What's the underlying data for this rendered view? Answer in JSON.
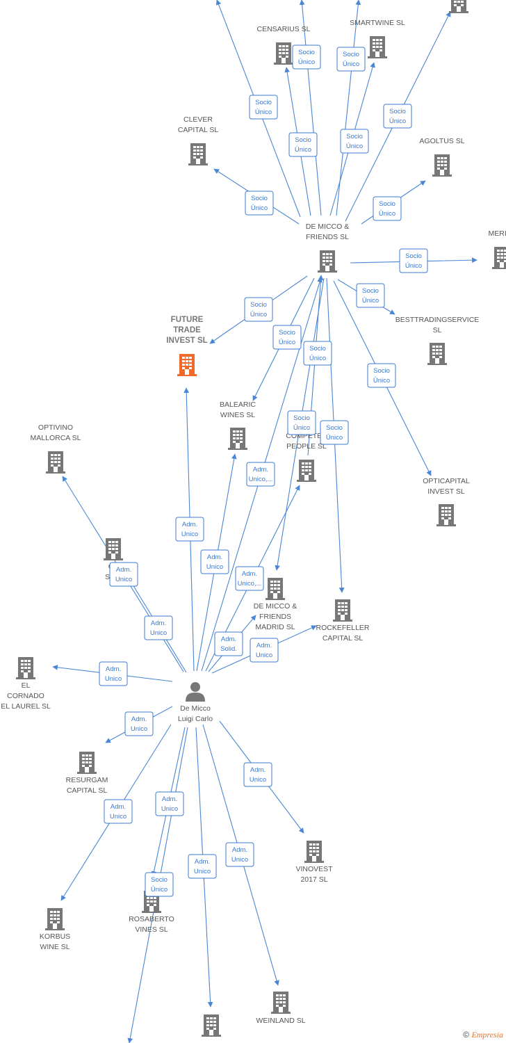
{
  "colors": {
    "edge": "#4a86d4",
    "building": "#777777",
    "focus_building": "#f06a2c",
    "person": "#777777",
    "label": "#555555"
  },
  "copyright": {
    "symbol": "©",
    "brand": "Empresia"
  },
  "nodes": [
    {
      "id": "censarius",
      "label": [
        "CENSARIUS SL"
      ],
      "type": "company"
    },
    {
      "id": "smartwine",
      "label": [
        "SMARTWINE SL"
      ],
      "type": "company"
    },
    {
      "id": "top_right",
      "label": [],
      "type": "company"
    },
    {
      "id": "clever",
      "label": [
        "CLEVER",
        "CAPITAL SL"
      ],
      "type": "company"
    },
    {
      "id": "agoltus",
      "label": [
        "AGOLTUS SL"
      ],
      "type": "company"
    },
    {
      "id": "demicco",
      "label": [
        "DE MICCO &",
        "FRIENDS SL"
      ],
      "type": "company"
    },
    {
      "id": "merita",
      "label": [
        "MERITA"
      ],
      "type": "company"
    },
    {
      "id": "future",
      "label": [
        "FUTURE",
        "TRADE",
        "INVEST SL"
      ],
      "type": "focus"
    },
    {
      "id": "besttrading",
      "label": [
        "BESTTRADINGSERVICE",
        "SL"
      ],
      "type": "company"
    },
    {
      "id": "balearic",
      "label": [
        "BALEARIC",
        "WINES SL"
      ],
      "type": "company"
    },
    {
      "id": "optivino",
      "label": [
        "OPTIVINO",
        "MALLORCA SL"
      ],
      "type": "company"
    },
    {
      "id": "competen",
      "label": [
        "COMPETEN",
        "PEOPLE SL"
      ],
      "type": "company"
    },
    {
      "id": "opticapital",
      "label": [
        "OPTICAPITAL",
        "INVEST SL"
      ],
      "type": "company"
    },
    {
      "id": "casabi",
      "label": [
        "CA",
        "SABI"
      ],
      "type": "company"
    },
    {
      "id": "demiccomadrid",
      "label": [
        "DE MICCO &",
        "FRIENDS",
        "MADRID SL"
      ],
      "type": "company"
    },
    {
      "id": "rockefeller",
      "label": [
        "ROCKEFELLER",
        "CAPITAL SL"
      ],
      "type": "company"
    },
    {
      "id": "elcornado",
      "label": [
        "EL",
        "CORNADO",
        "EL LAUREL SL"
      ],
      "type": "company"
    },
    {
      "id": "luigi",
      "label": [
        "De Micco",
        "Luigi Carlo"
      ],
      "type": "person"
    },
    {
      "id": "resurgam",
      "label": [
        "RESURGAM",
        "CAPITAL SL"
      ],
      "type": "company"
    },
    {
      "id": "vinovest",
      "label": [
        "VINOVEST",
        "2017 SL"
      ],
      "type": "company"
    },
    {
      "id": "korbus",
      "label": [
        "KORBUS",
        "WINE SL"
      ],
      "type": "company"
    },
    {
      "id": "rosaberto",
      "label": [
        "ROSABERTO",
        "VINES SL"
      ],
      "type": "company"
    },
    {
      "id": "weinland",
      "label": [
        "WEINLAND SL"
      ],
      "type": "company"
    },
    {
      "id": "bottom_center",
      "label": [],
      "type": "company"
    }
  ],
  "edges": [
    {
      "from": "demicco",
      "to": "censarius",
      "relation": [
        "Socio",
        "Único"
      ]
    },
    {
      "from": "demicco",
      "to": "smartwine",
      "relation": [
        "Socio",
        "Único"
      ]
    },
    {
      "from": "demicco",
      "to": "top_right",
      "relation": [
        "Socio",
        "Único"
      ]
    },
    {
      "from": "demicco",
      "to": "top_a",
      "relation": [
        "Socio",
        "Único"
      ]
    },
    {
      "from": "demicco",
      "to": "top_b",
      "relation": [
        "Socio",
        "Único"
      ]
    },
    {
      "from": "demicco",
      "to": "top_c",
      "relation": [
        "Socio",
        "Único"
      ]
    },
    {
      "from": "demicco",
      "to": "clever",
      "relation": [
        "Socio",
        "Único"
      ]
    },
    {
      "from": "demicco",
      "to": "agoltus",
      "relation": [
        "Socio",
        "Único"
      ]
    },
    {
      "from": "demicco",
      "to": "merita",
      "relation": [
        "Socio",
        "Único"
      ]
    },
    {
      "from": "demicco",
      "to": "besttrading",
      "relation": [
        "Socio",
        "Único"
      ]
    },
    {
      "from": "demicco",
      "to": "opticapital",
      "relation": [
        "Socio",
        "Único"
      ]
    },
    {
      "from": "demicco",
      "to": "future",
      "relation": [
        "Socio",
        "Único"
      ]
    },
    {
      "from": "demicco",
      "to": "balearic",
      "relation": [
        "Socio",
        "Único"
      ]
    },
    {
      "from": "demicco",
      "to": "demiccomadrid",
      "relation": [
        "Socio",
        "Único"
      ]
    },
    {
      "from": "demicco",
      "to": "rockefeller",
      "relation": [
        "Socio",
        "Único"
      ]
    },
    {
      "from": "competen",
      "to": "demicco",
      "relation": [
        "Socio",
        "Único"
      ]
    },
    {
      "from": "luigi",
      "to": "future",
      "relation": [
        "Adm.",
        "Unico"
      ]
    },
    {
      "from": "luigi",
      "to": "balearic",
      "relation": [
        "Adm.",
        "Unico"
      ]
    },
    {
      "from": "luigi",
      "to": "demicco",
      "relation": [
        "Adm.",
        "Unico,..."
      ]
    },
    {
      "from": "luigi",
      "to": "competen",
      "relation": [
        "Adm.",
        "Unico,..."
      ]
    },
    {
      "from": "luigi",
      "to": "optivino",
      "relation": [
        "Adm.",
        "Unico"
      ]
    },
    {
      "from": "luigi",
      "to": "casabi",
      "relation": [
        "Adm.",
        "Unico"
      ]
    },
    {
      "from": "luigi",
      "to": "demiccomadrid",
      "relation": [
        "Adm.",
        "Solid."
      ]
    },
    {
      "from": "luigi",
      "to": "rockefeller",
      "relation": [
        "Adm.",
        "Unico"
      ]
    },
    {
      "from": "luigi",
      "to": "elcornado",
      "relation": [
        "Adm.",
        "Unico"
      ]
    },
    {
      "from": "luigi",
      "to": "resurgam",
      "relation": [
        "Adm.",
        "Unico"
      ]
    },
    {
      "from": "luigi",
      "to": "korbus",
      "relation": [
        "Adm.",
        "Unico"
      ]
    },
    {
      "from": "luigi",
      "to": "rosaberto",
      "relation": [
        "Adm.",
        "Unico"
      ]
    },
    {
      "from": "luigi",
      "to": "bottom_center",
      "relation": [
        "Adm.",
        "Unico"
      ]
    },
    {
      "from": "luigi",
      "to": "weinland",
      "relation": [
        "Adm.",
        "Unico"
      ]
    },
    {
      "from": "luigi",
      "to": "vinovest",
      "relation": [
        "Adm.",
        "Unico"
      ]
    },
    {
      "from": "luigi",
      "to": "bottom_left",
      "relation": [
        "Socio",
        "Único"
      ]
    }
  ]
}
